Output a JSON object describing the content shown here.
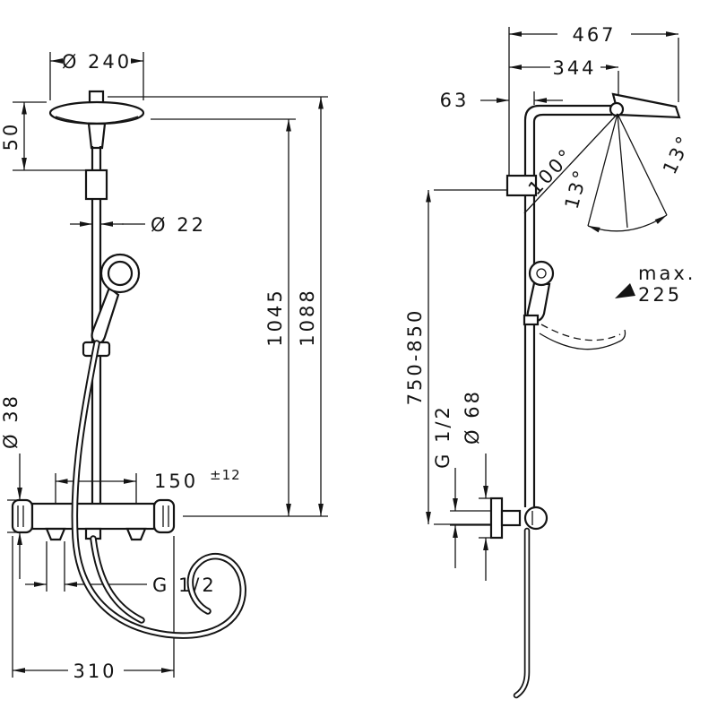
{
  "front_view": {
    "head_diameter": "Ø 240",
    "head_height": "50",
    "pipe_diameter": "Ø 22",
    "height_to_arm": "1045",
    "height_total": "1088",
    "valve_diameter": "Ø 38",
    "connection_spacing": "150",
    "connection_tolerance": "±12",
    "thread": "G 1/2",
    "valve_width": "310"
  },
  "side_view": {
    "depth_total": "467",
    "depth_arm": "344",
    "wall_offset": "63",
    "swivel_angle": "100°",
    "tilt_left": "13°",
    "tilt_right": "13°",
    "max_label": "max.",
    "max_reach": "225",
    "bar_height_range": "750-850",
    "thread": "G 1/2",
    "escutcheon_diameter": "Ø 68"
  }
}
